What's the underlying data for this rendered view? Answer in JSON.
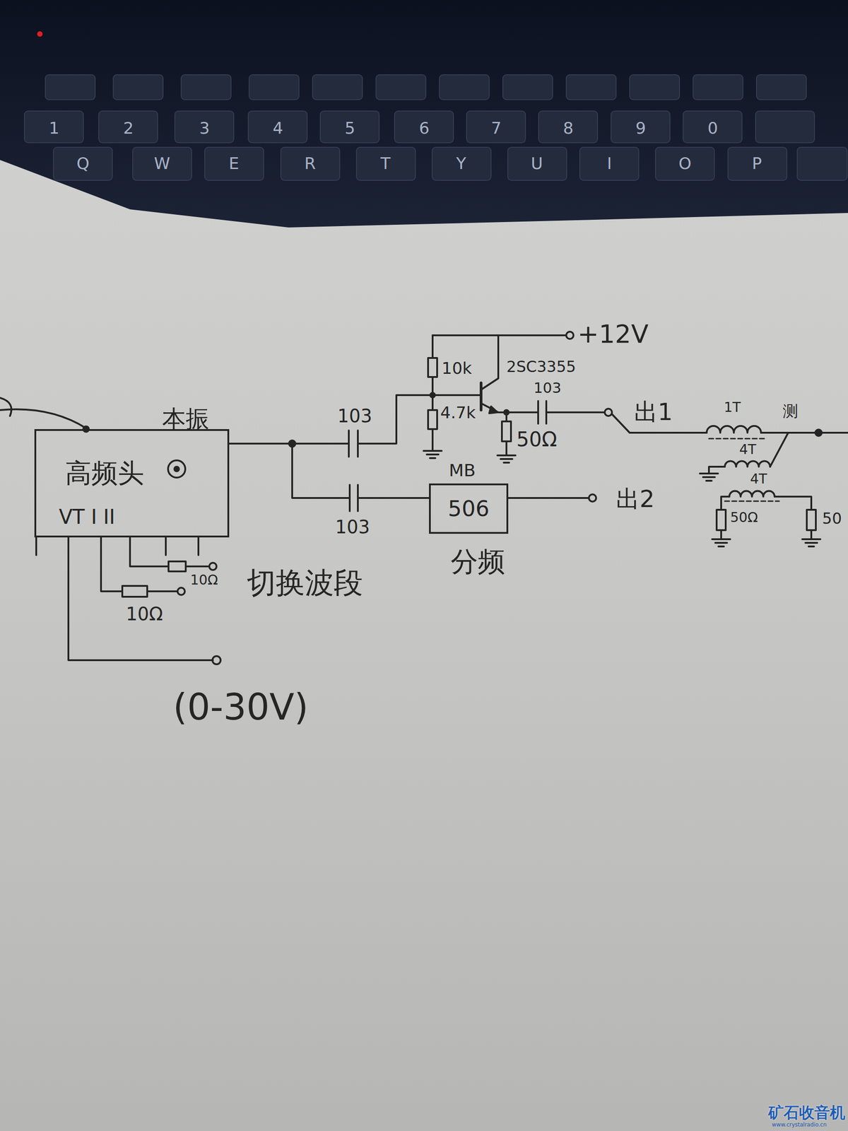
{
  "diagram": {
    "nodes": [
      {
        "text": [
          "高频头",
          "VT I II"
        ]
      },
      {
        "text": [
          "MB",
          "506"
        ]
      }
    ],
    "edges": [
      {
        "from": 0,
        "to": 1,
        "arrow": "none"
      }
    ],
    "labels": [
      "本振",
      "10Ω",
      "10Ω",
      "切换波段",
      "(0-30V)",
      "103",
      "103",
      "10k",
      "4.7k",
      "2SC3355",
      "103",
      "50Ω",
      "+12V",
      "出1",
      "出2",
      "分频",
      "1T",
      "测",
      "4T",
      "4T",
      "50Ω",
      "50",
      "1",
      "2",
      "3",
      "4",
      "5",
      "6",
      "7",
      "8",
      "9",
      "0",
      "Q",
      "W",
      "E",
      "R",
      "T",
      "Y",
      "U",
      "I",
      "O",
      "P",
      "矿石收音机",
      "www.crystalradio.cn"
    ]
  }
}
